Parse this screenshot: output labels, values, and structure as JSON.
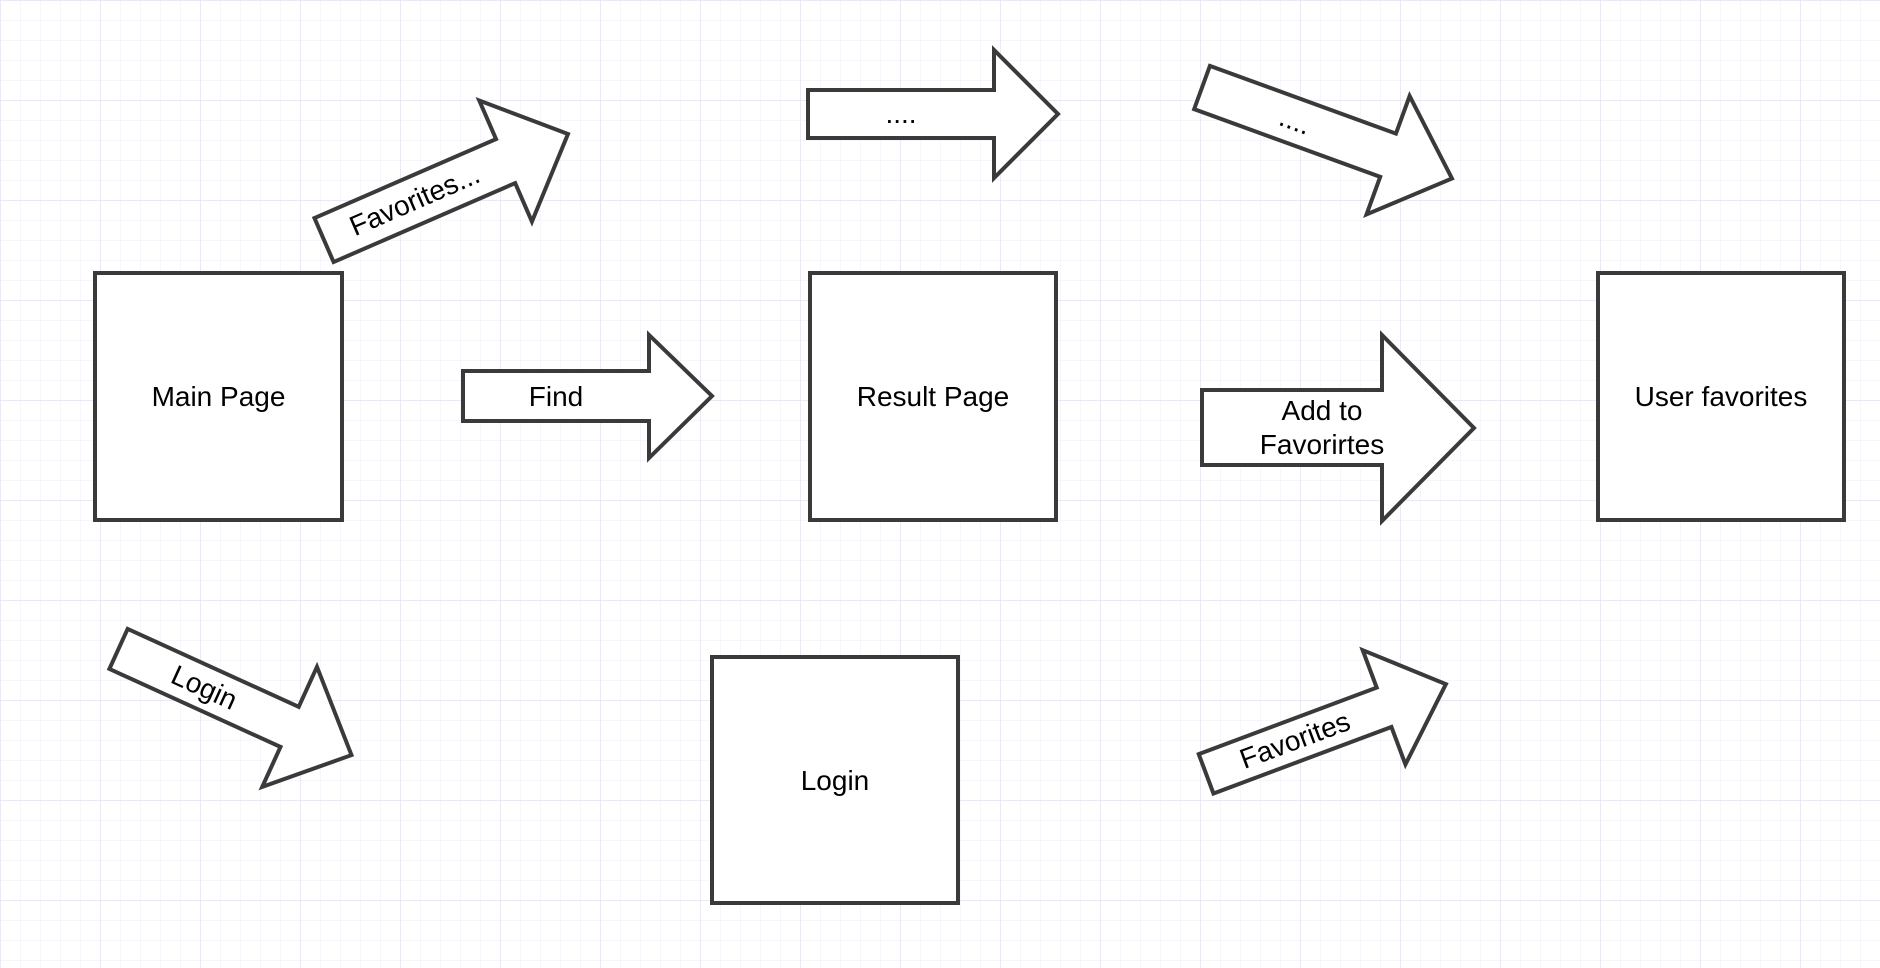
{
  "colors": {
    "stroke": "#3a3a3a",
    "fill": "#ffffff",
    "grid_minor": "#ececf8",
    "grid_major": "#dcdcf0",
    "text": "#000000"
  },
  "nodes": {
    "main_page": "Main Page",
    "result_page": "Result Page",
    "user_favorites": "User favorites",
    "login": "Login"
  },
  "arrows": {
    "favorites_menu": "Favorites...",
    "result_more": "....",
    "favorites_more": "....",
    "find": "Find",
    "add_to_favorites": "Add to Favorirtes",
    "login": "Login",
    "favorites": "Favorites"
  }
}
